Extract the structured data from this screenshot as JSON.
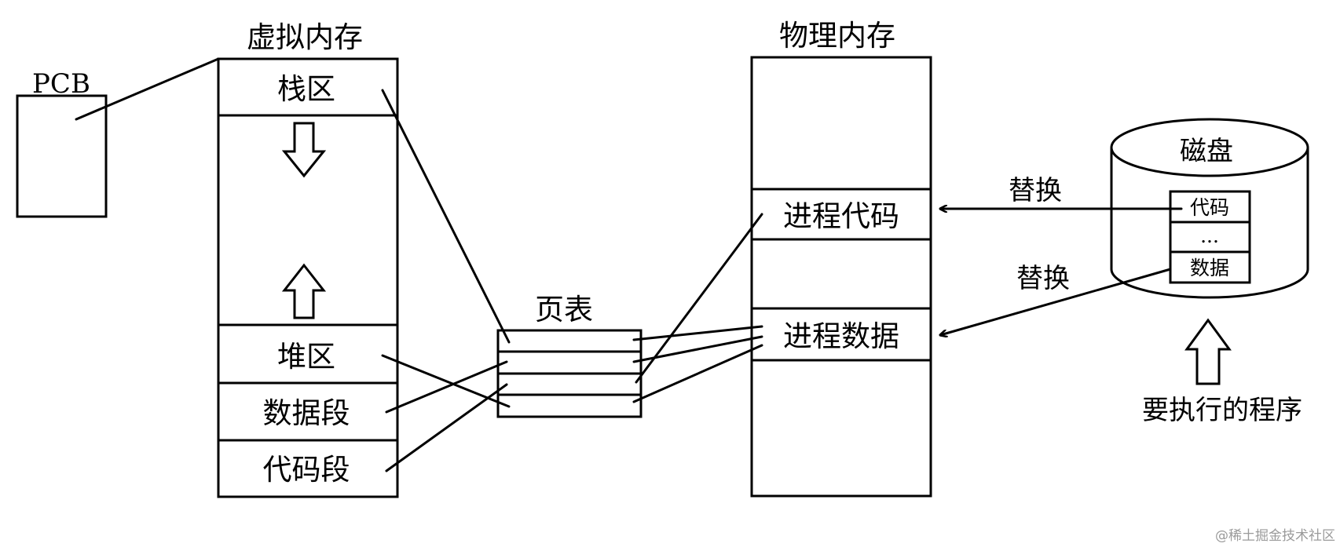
{
  "pcb": {
    "label": "PCB"
  },
  "virtual_memory": {
    "title": "虚拟内存",
    "stack": "栈区",
    "heap": "堆区",
    "data_segment": "数据段",
    "code_segment": "代码段"
  },
  "page_table": {
    "title": "页表"
  },
  "physical_memory": {
    "title": "物理内存",
    "process_code": "进程代码",
    "process_data": "进程数据"
  },
  "disk": {
    "title": "磁盘",
    "code": "代码",
    "ellipsis": "...",
    "data": "数据",
    "program_label": "要执行的程序"
  },
  "swap_label_code": "替换",
  "swap_label_data": "替换",
  "watermark": "@稀土掘金技术社区"
}
